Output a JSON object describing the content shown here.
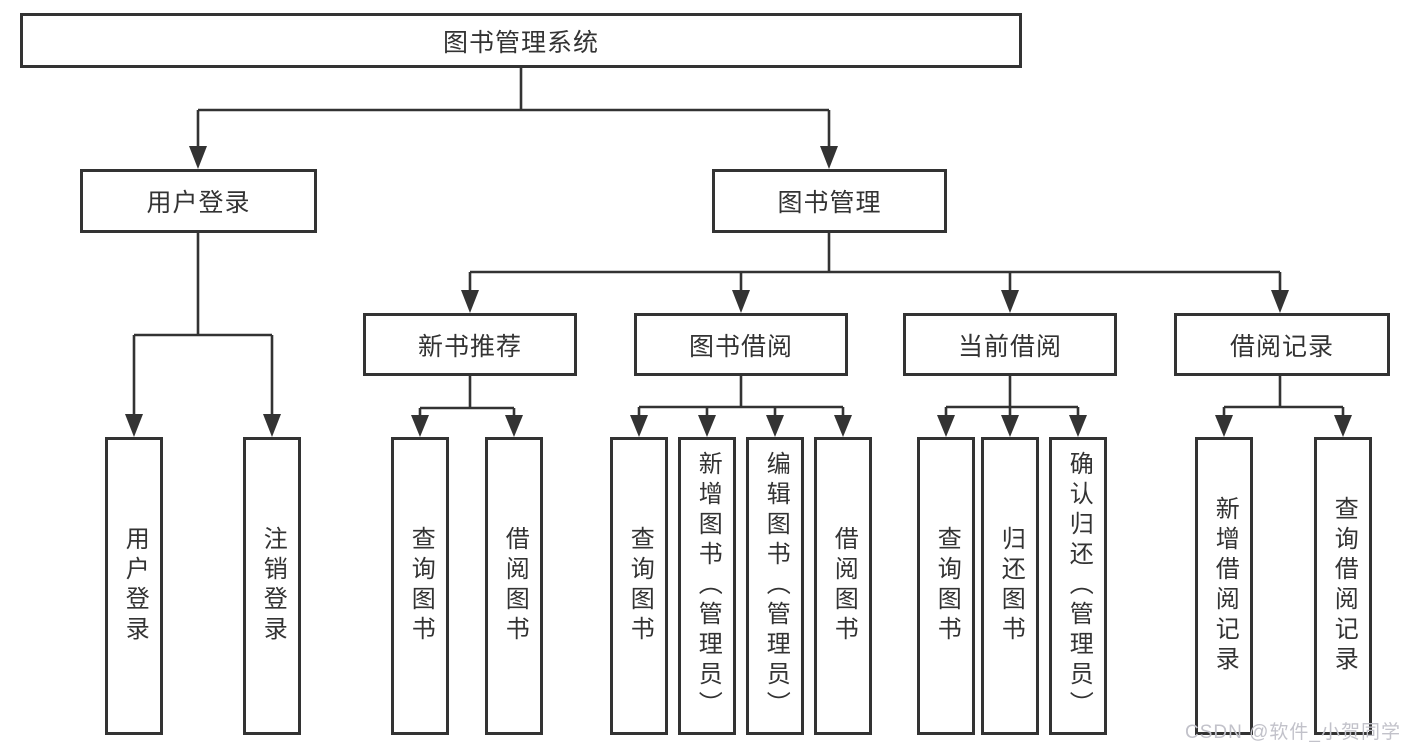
{
  "tree": {
    "label": "图书管理系统",
    "children": [
      {
        "label": "用户登录",
        "children": [
          {
            "label": "用户登录"
          },
          {
            "label": "注销登录"
          }
        ]
      },
      {
        "label": "图书管理",
        "children": [
          {
            "label": "新书推荐",
            "children": [
              {
                "label": "查询图书"
              },
              {
                "label": "借阅图书"
              }
            ]
          },
          {
            "label": "图书借阅",
            "children": [
              {
                "label": "查询图书"
              },
              {
                "label": "新增图书（管理员）"
              },
              {
                "label": "编辑图书（管理员）"
              },
              {
                "label": "借阅图书"
              }
            ]
          },
          {
            "label": "当前借阅",
            "children": [
              {
                "label": "查询图书"
              },
              {
                "label": "归还图书"
              },
              {
                "label": "确认归还（管理员）"
              }
            ]
          },
          {
            "label": "借阅记录",
            "children": [
              {
                "label": "新增借阅记录"
              },
              {
                "label": "查询借阅记录"
              }
            ]
          }
        ]
      }
    ]
  },
  "watermark": {
    "text": "CSDN @软件_小贺同学"
  },
  "colors": {
    "line": "#333333",
    "box_border": "#333333",
    "box_background": "#ffffff",
    "text": "#333333",
    "watermark": "#c2c2ca"
  }
}
